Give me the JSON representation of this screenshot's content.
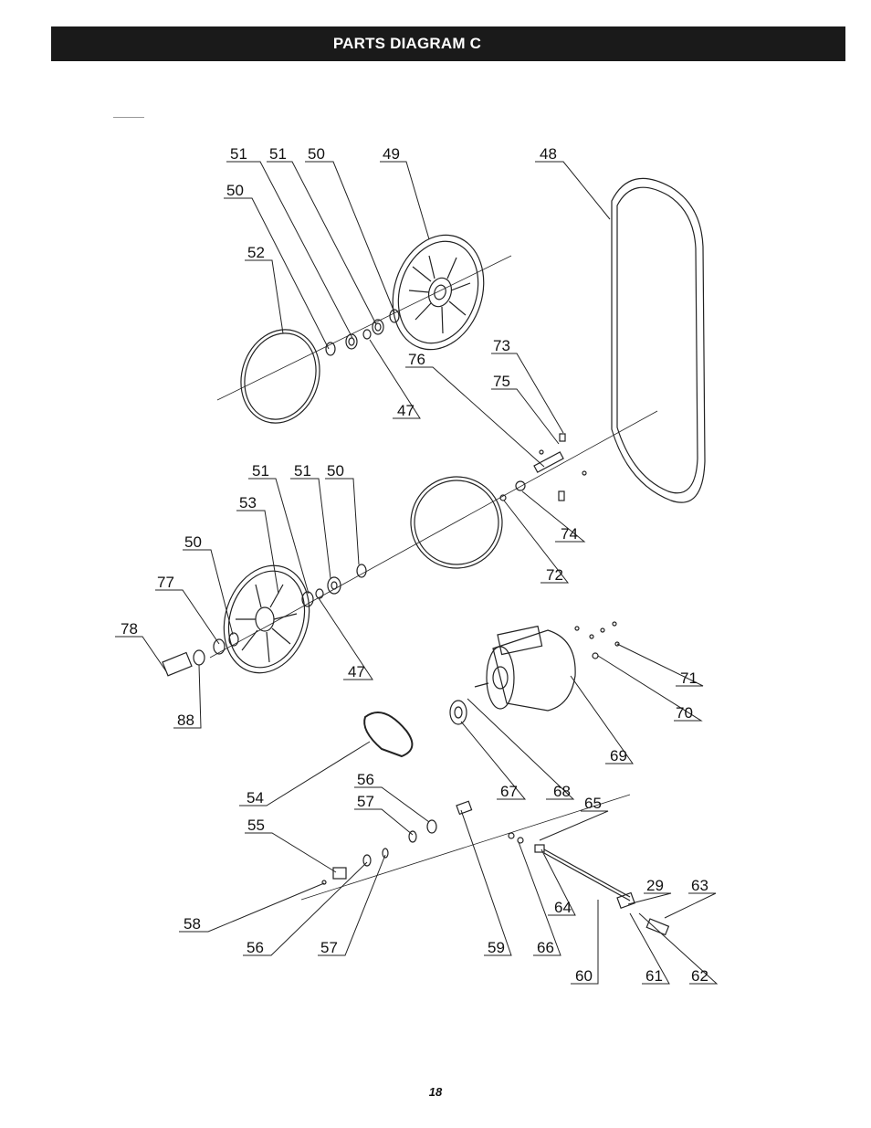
{
  "header": {
    "title": "PARTS DIAGRAM C"
  },
  "callouts": [
    "51",
    "51",
    "50",
    "49",
    "48",
    "50",
    "52",
    "73",
    "76",
    "75",
    "47",
    "51",
    "51",
    "50",
    "53",
    "50",
    "74",
    "77",
    "72",
    "78",
    "47",
    "71",
    "70",
    "88",
    "69",
    "56",
    "54",
    "67",
    "68",
    "65",
    "57",
    "55",
    "29",
    "63",
    "58",
    "64",
    "56",
    "57",
    "59",
    "66",
    "60",
    "61",
    "62"
  ],
  "footer": {
    "page_number": "18"
  }
}
